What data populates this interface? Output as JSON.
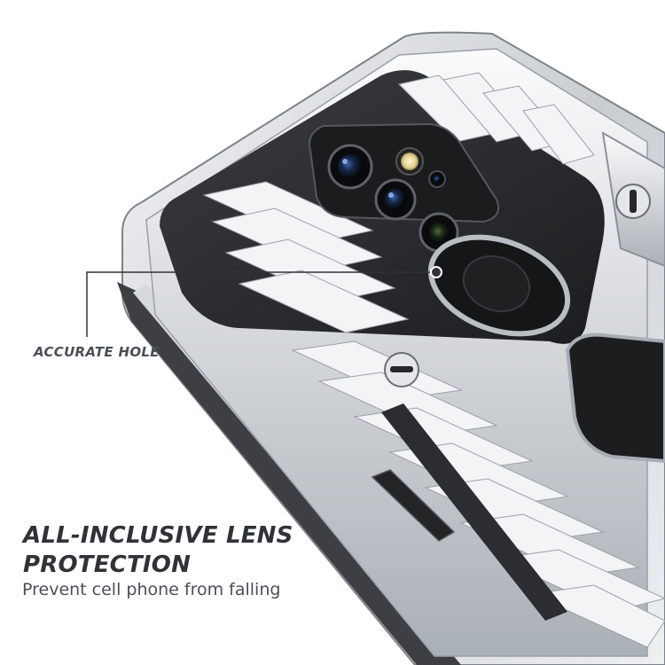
{
  "callout": {
    "label": "ACCURATE HOLE"
  },
  "headline": {
    "line1": "ALL-INCLUSIVE LENS",
    "line2": "PROTECTION"
  },
  "subline": "Prevent cell phone from falling",
  "colors": {
    "silver_light": "#e8eaed",
    "silver_mid": "#c4c8cd",
    "silver_dark": "#8d9299",
    "black_panel": "#2b2d30",
    "text_dark": "#2f3338",
    "text_mid": "#4a4f57"
  },
  "icons": [
    "camera-lens-icon",
    "flash-icon",
    "fingerprint-sensor-icon"
  ]
}
